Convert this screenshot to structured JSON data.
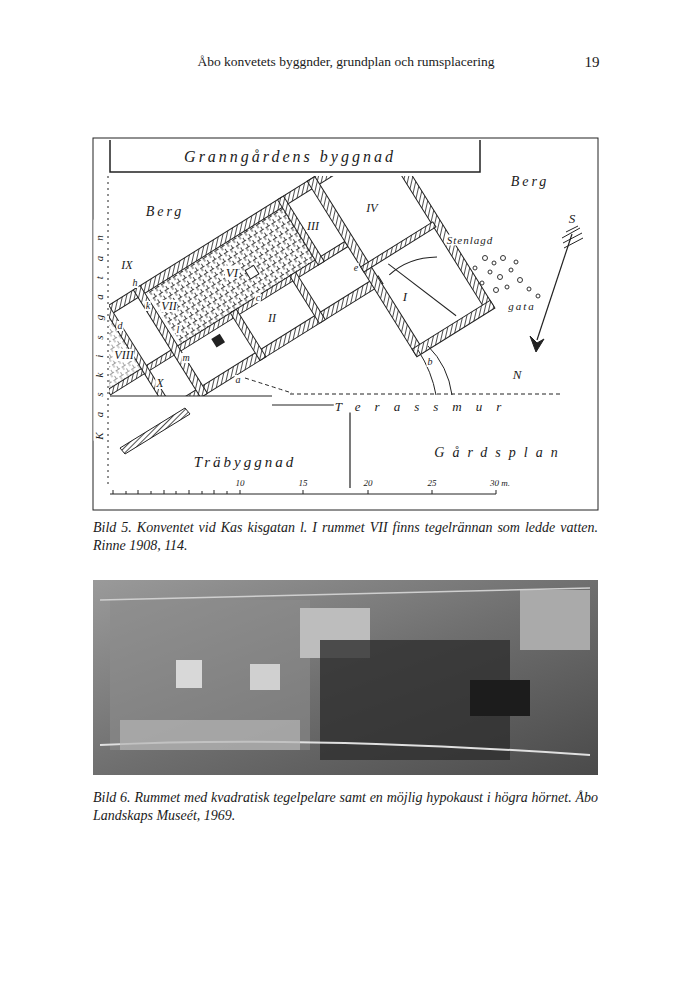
{
  "diagram": {
    "title": "Åbo konvetets byggnder, grundplan och rumsplacering",
    "caption": "Bild 5. Konventet vid Kas kisgatan l. I rummet VII finns tegelrännan som ledde vatten. Rinne 1908, 114.",
    "labels": [
      "19",
      "Granngårdens byggnad",
      "Berg",
      "Berg",
      "Stenlagd",
      "gata",
      "S",
      "N",
      "Kaskisgatan",
      "IX",
      "h",
      "k",
      "VII",
      "l",
      "d",
      "VIII",
      "m",
      "X",
      "a",
      "VI",
      "c",
      "II",
      "III",
      "IV",
      "e",
      "I",
      "b",
      "Terassmur",
      "Gårdsplan",
      "Träbyggnad",
      "10",
      "15",
      "20",
      "25",
      "30 m.",
      "Bild 6. Rummet med kvadratisk tegelpelare samt en möjlig hypokaust i högra hörnet. Åbo Landskaps Museét, 1969."
    ]
  }
}
